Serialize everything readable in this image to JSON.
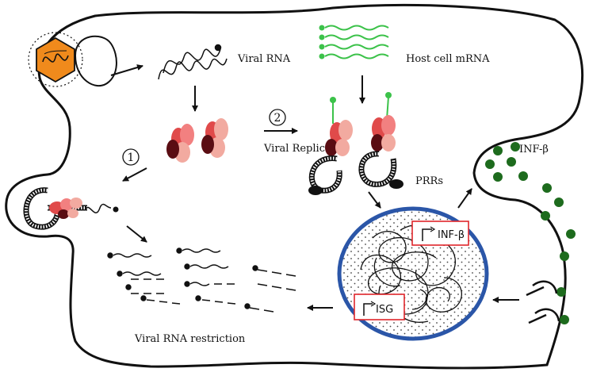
{
  "labels": {
    "viral_rna": "Viral RNA",
    "host_mrna": "Host cell mRNA",
    "viral_replicase": "Viral Replicase",
    "prrs": "PRRs",
    "inf_beta": "INF-β",
    "inf_beta_gene": "INF-β",
    "isg_gene": "ISG",
    "restriction": "Viral RNA restriction",
    "step1": "1",
    "step2": "2"
  },
  "colors": {
    "membrane": "#111111",
    "nucleus_border": "#2b56a8",
    "virus_fill": "#f08a1c",
    "virus_outline": "#1a1a1a",
    "host_mrna": "#3cc24a",
    "inf_dots": "#1d6b1d",
    "gene_box": "#e0262b",
    "protein_red": "#e04a4a",
    "protein_dark": "#5a0d13",
    "protein_light": "#f2aaa0"
  }
}
